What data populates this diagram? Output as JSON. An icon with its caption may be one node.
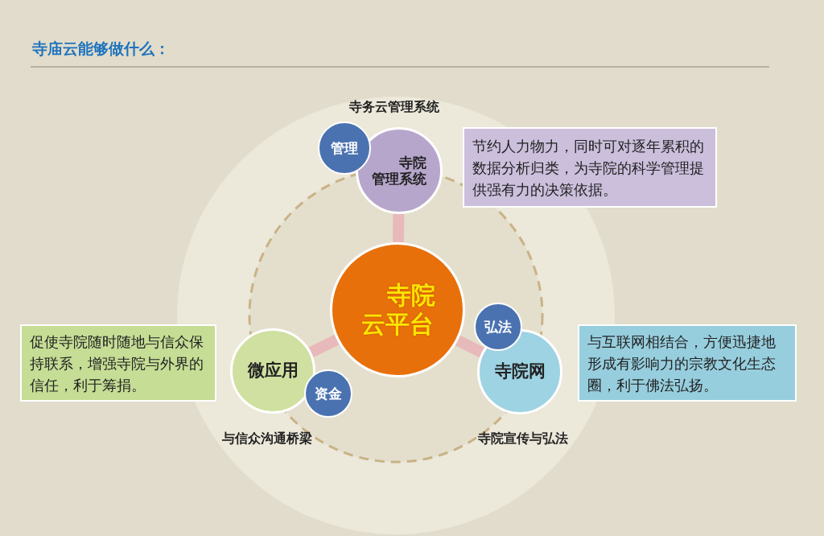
{
  "diagram": {
    "title": "寺庙云能够做什么：",
    "nodes": [
      {
        "text": [
          "寺院云平台"
        ]
      },
      {
        "text": [
          "寺院管理系统"
        ],
        "beside": [
          "寺务云管理系统"
        ]
      },
      {
        "text": [
          "管理"
        ]
      },
      {
        "text": [
          "节约人力物力，同时可对逐年累积的数据分析归类，为寺院的科学管理提供强有力的决策依据。"
        ]
      },
      {
        "text": [
          "寺院网"
        ],
        "beside": [
          "寺院宣传与弘法"
        ]
      },
      {
        "text": [
          "弘法"
        ]
      },
      {
        "text": [
          "与互联网相结合，方便迅捷地形成有影响力的宗教文化生态圈，利于佛法弘扬。"
        ]
      },
      {
        "text": [
          "微应用"
        ],
        "beside": [
          "与信众沟通桥梁"
        ]
      },
      {
        "text": [
          "资金"
        ]
      },
      {
        "text": [
          "促使寺院随时随地与信众保持联系，增强寺院与外界的信任，利于筹捐。"
        ]
      }
    ],
    "edges": [
      {
        "from": 0,
        "to": 1,
        "arrow": "none"
      },
      {
        "from": 0,
        "to": 4,
        "arrow": "none"
      },
      {
        "from": 0,
        "to": 7,
        "arrow": "none"
      }
    ]
  }
}
